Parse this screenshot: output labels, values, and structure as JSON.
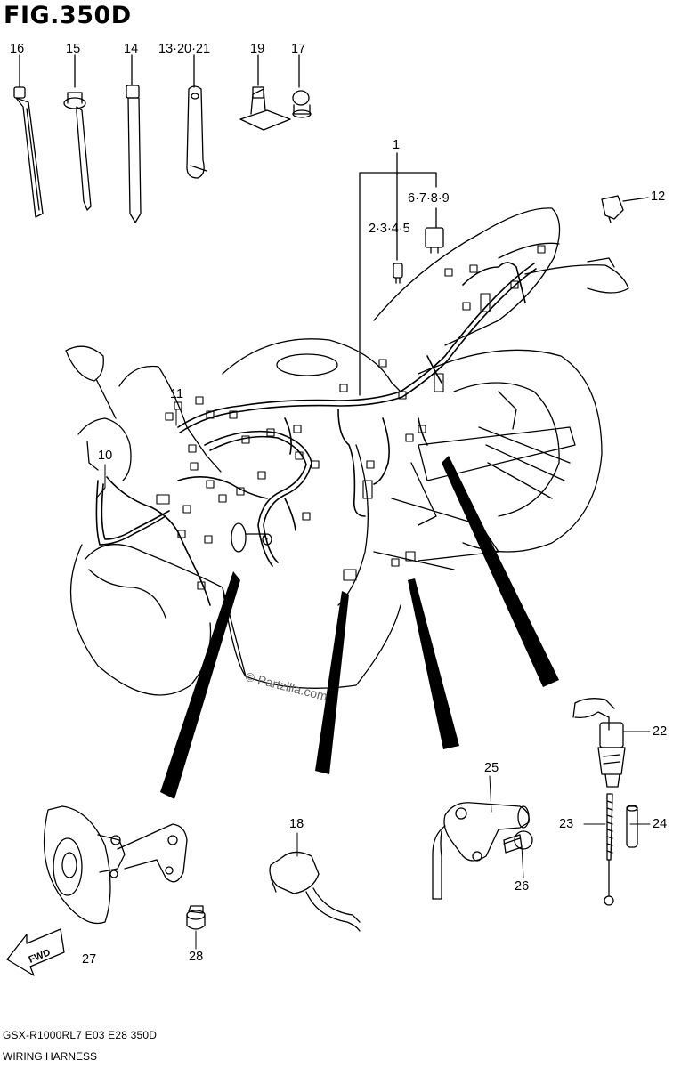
{
  "figure": {
    "title": "FIG.350D",
    "model_code": "GSX-R1000RL7  E03  E28  350D",
    "caption": "WIRING HARNESS",
    "watermark": "© Partzilla.com",
    "fwd_label": "FWD"
  },
  "callouts": [
    {
      "id": "c16",
      "text": "16"
    },
    {
      "id": "c15",
      "text": "15"
    },
    {
      "id": "c14",
      "text": "14"
    },
    {
      "id": "c13",
      "text": "13·20·21"
    },
    {
      "id": "c19",
      "text": "19"
    },
    {
      "id": "c17",
      "text": "17"
    },
    {
      "id": "c1",
      "text": "1"
    },
    {
      "id": "c6",
      "text": "6·7·8·9"
    },
    {
      "id": "c2",
      "text": "2·3·4·5"
    },
    {
      "id": "c12",
      "text": "12"
    },
    {
      "id": "c11",
      "text": "11"
    },
    {
      "id": "c10",
      "text": "10"
    },
    {
      "id": "c22",
      "text": "22"
    },
    {
      "id": "c25",
      "text": "25"
    },
    {
      "id": "c18",
      "text": "18"
    },
    {
      "id": "c23",
      "text": "23"
    },
    {
      "id": "c24",
      "text": "24"
    },
    {
      "id": "c26",
      "text": "26"
    },
    {
      "id": "c27",
      "text": "27"
    },
    {
      "id": "c28",
      "text": "28"
    }
  ]
}
